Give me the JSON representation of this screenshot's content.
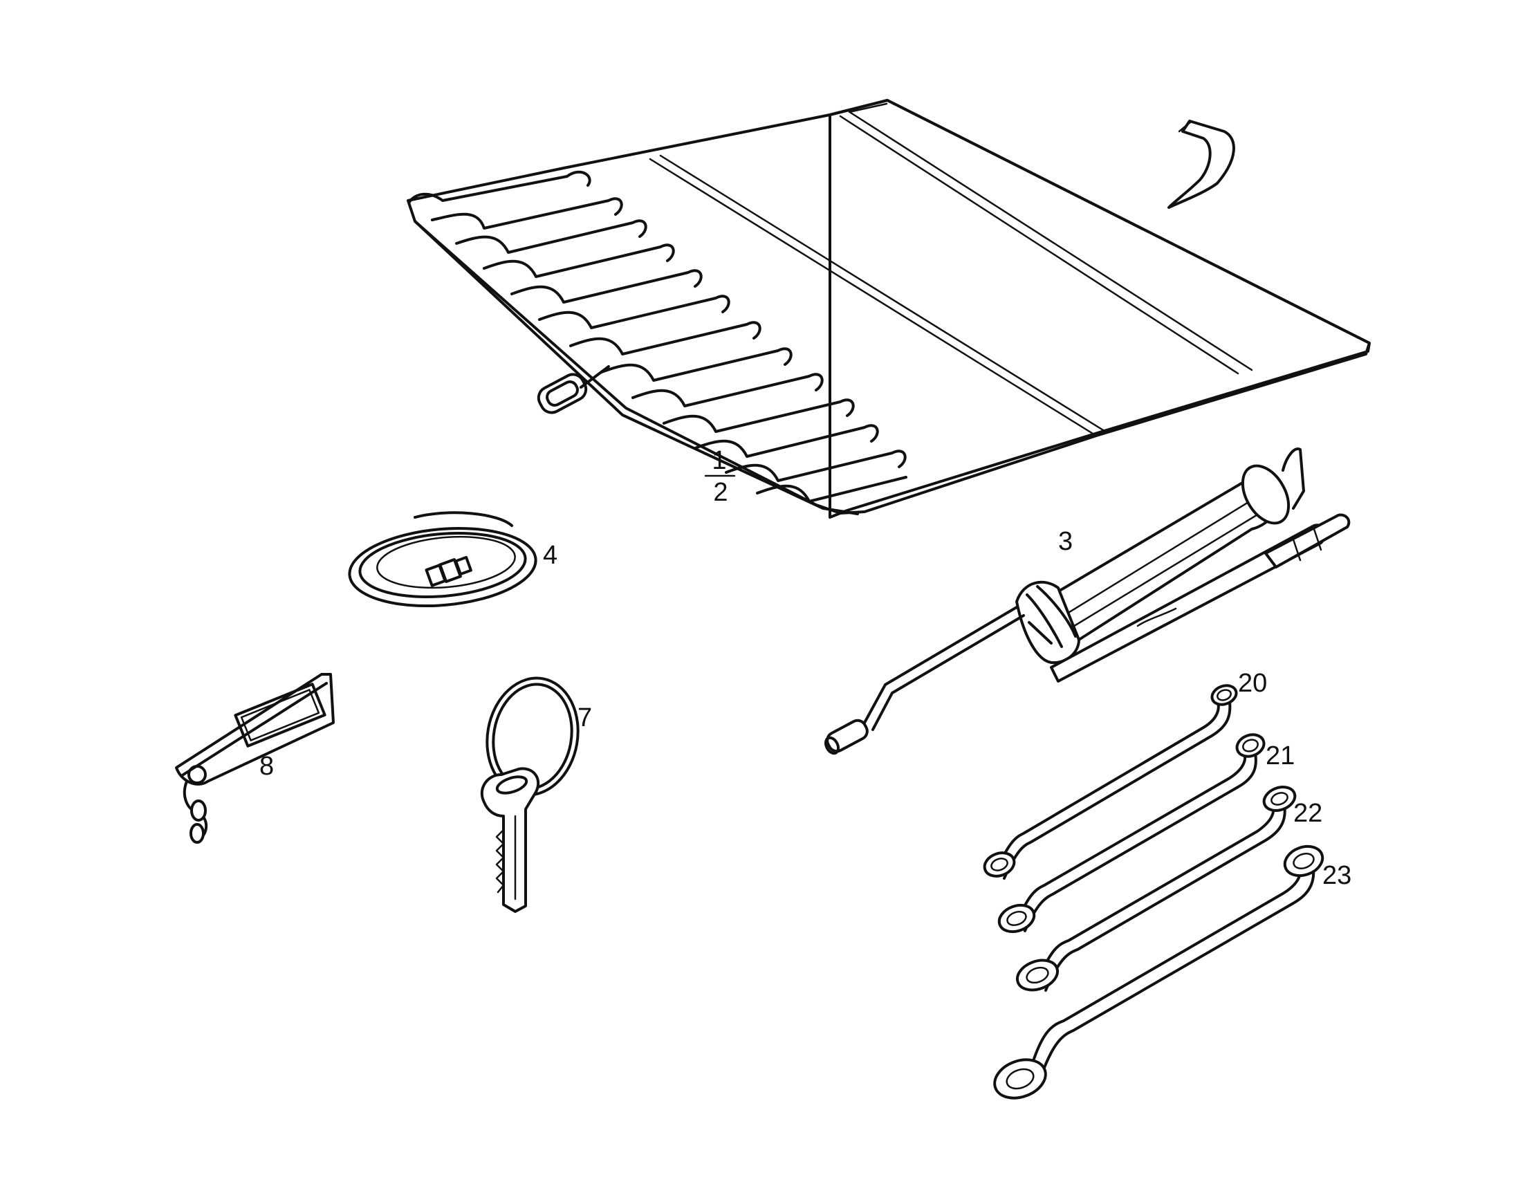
{
  "diagram": {
    "parts": [
      {
        "id": "tool-roll",
        "callout_top": "1",
        "callout_bottom": "2"
      },
      {
        "id": "grease-gun",
        "callout": "3"
      },
      {
        "id": "hose",
        "callout": "4"
      },
      {
        "id": "key-ring",
        "callout": "7"
      },
      {
        "id": "key-tag",
        "callout": "8"
      },
      {
        "id": "ring-spanner-20",
        "callout": "20"
      },
      {
        "id": "ring-spanner-21",
        "callout": "21"
      },
      {
        "id": "ring-spanner-22",
        "callout": "22"
      },
      {
        "id": "ring-spanner-23",
        "callout": "23"
      }
    ]
  }
}
